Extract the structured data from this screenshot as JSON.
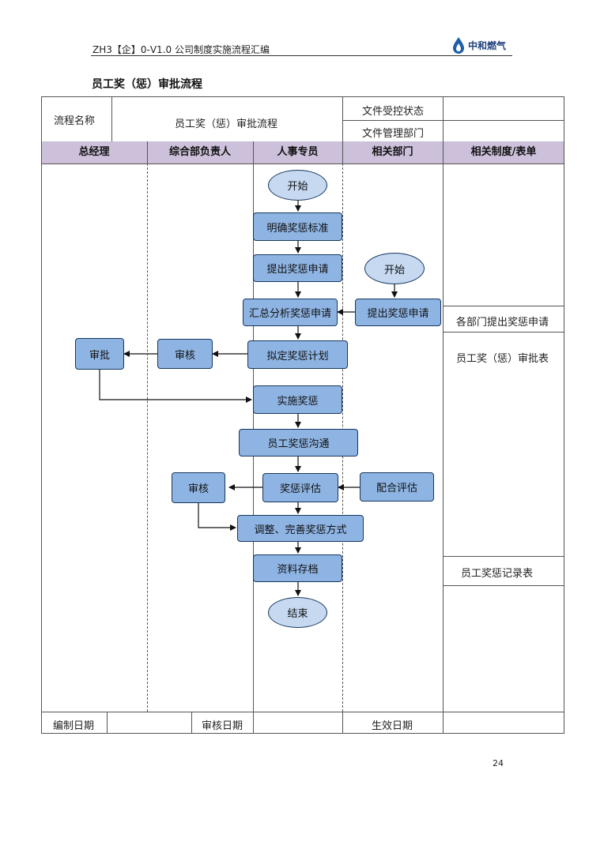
{
  "header": {
    "doc_code": "ZH3【企】0-V1.0 公司制度实施流程汇编",
    "logo_text": "中和燃气"
  },
  "page_title": "员工奖（惩）审批流程",
  "info_table": {
    "flow_name_label": "流程名称",
    "flow_name_value": "员工奖（惩）审批流程",
    "control_status_label": "文件受控状态",
    "control_status_value": "",
    "management_dept_label": "文件管理部门",
    "management_dept_value": ""
  },
  "lanes": [
    "总经理",
    "综合部负责人",
    "人事专员",
    "相关部门",
    "相关制度/表单"
  ],
  "nodes": {
    "start_hr": "开始",
    "define_standard": "明确奖惩标准",
    "submit_request_hr": "提出奖惩申请",
    "start_dept": "开始",
    "submit_request_dept": "提出奖惩申请",
    "summarize": "汇总分析奖惩申请",
    "draft_plan": "拟定奖惩计划",
    "review_admin_1": "审核",
    "approve_gm": "审批",
    "implement": "实施奖惩",
    "communicate": "员工奖惩沟通",
    "evaluate": "奖惩评估",
    "assist_evaluate": "配合评估",
    "review_admin_2": "审核",
    "adjust": "调整、完善奖惩方式",
    "archive": "资料存档",
    "end": "结束"
  },
  "forms": {
    "dept_request": "各部门提出奖惩申请",
    "approval_form": "员工奖（惩）审批表",
    "record_form": "员工奖惩记录表"
  },
  "footer": {
    "compile_date_label": "编制日期",
    "compile_date_value": "",
    "review_date_label": "审核日期",
    "review_date_value": "",
    "effective_date_label": "生效日期",
    "effective_date_value": ""
  },
  "page_number": "24",
  "colors": {
    "lane_header_bg": "#ccc0da",
    "process_box_fill": "#8eb4e3",
    "terminal_fill": "#c6d9f1",
    "box_border": "#17365d"
  }
}
